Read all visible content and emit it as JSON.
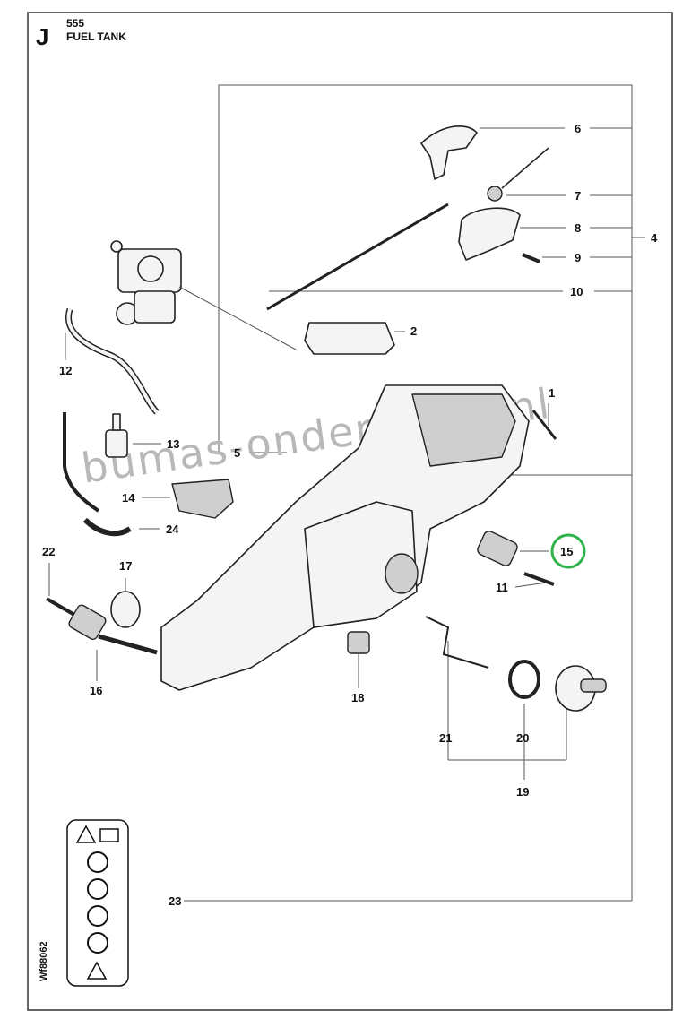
{
  "header": {
    "section_letter": "J",
    "model_number": "555",
    "title": "FUEL TANK"
  },
  "watermark": "bumas-onderdelen.nl",
  "figure_code": "Wf88062",
  "highlight_color": "#2db34a",
  "highlighted_part": "15",
  "callouts": {
    "c1": "1",
    "c2": "2",
    "c4": "4",
    "c5": "5",
    "c6": "6",
    "c7": "7",
    "c8": "8",
    "c9": "9",
    "c10": "10",
    "c11": "11",
    "c12": "12",
    "c13": "13",
    "c14": "14",
    "c15": "15",
    "c16": "16",
    "c17": "17",
    "c18": "18",
    "c19": "19",
    "c20": "20",
    "c21": "21",
    "c22": "22",
    "c23": "23",
    "c24": "24"
  }
}
